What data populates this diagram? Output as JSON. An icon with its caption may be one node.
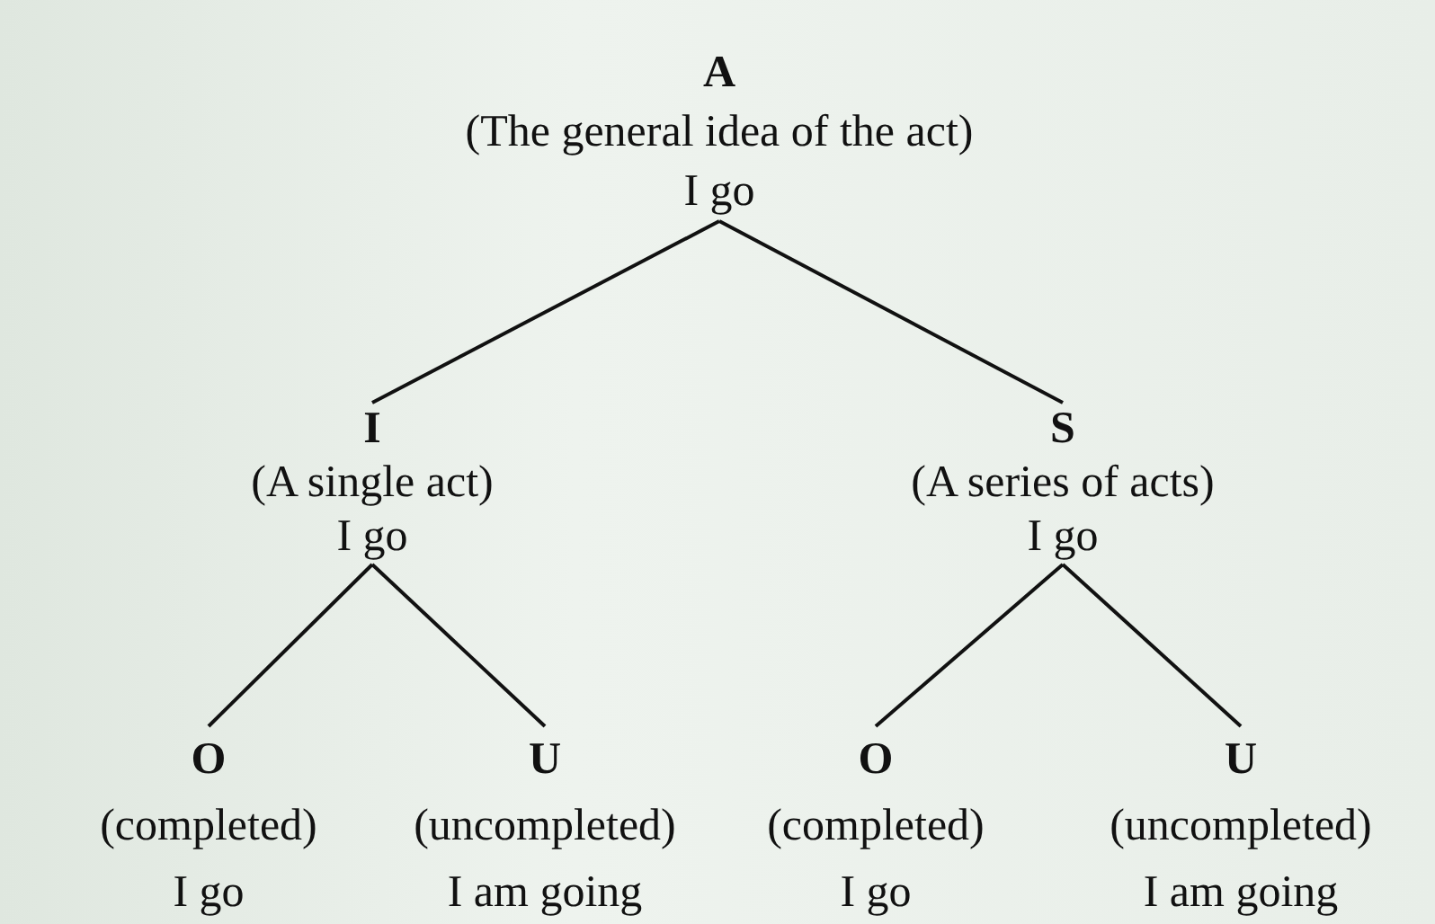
{
  "diagram": {
    "nodes": [
      {
        "text": [
          "A",
          "(The general idea of the act)",
          "I go"
        ]
      },
      {
        "text": [
          "I",
          "(A single act)",
          "I go"
        ]
      },
      {
        "text": [
          "S",
          "(A series of acts)",
          "I go"
        ]
      },
      {
        "text": [
          "O",
          "(completed)",
          "I go"
        ]
      },
      {
        "text": [
          "U",
          "(uncompleted)",
          "I am going"
        ]
      },
      {
        "text": [
          "O",
          "(completed)",
          "I go"
        ]
      },
      {
        "text": [
          "U",
          "(uncompleted)",
          "I am going"
        ]
      }
    ],
    "edges": [
      {
        "from": 0,
        "to": 1,
        "arrow": "none"
      },
      {
        "from": 0,
        "to": 2,
        "arrow": "none"
      },
      {
        "from": 1,
        "to": 3,
        "arrow": "none"
      },
      {
        "from": 1,
        "to": 4,
        "arrow": "none"
      },
      {
        "from": 2,
        "to": 5,
        "arrow": "none"
      },
      {
        "from": 2,
        "to": 6,
        "arrow": "none"
      }
    ]
  }
}
